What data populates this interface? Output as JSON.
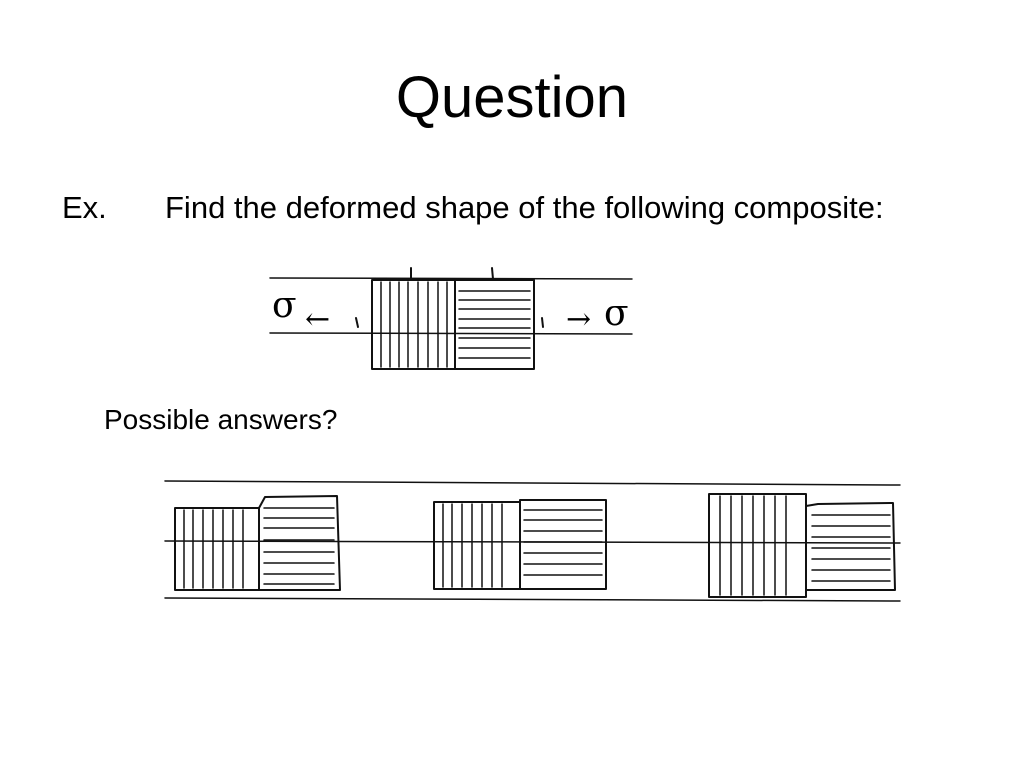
{
  "slide": {
    "title": "Question",
    "example_label": "Ex.",
    "example_text": "Find the deformed shape of the following composite:",
    "possible_answers": "Possible answers?"
  },
  "problem_figure": {
    "left_load_symbol": "σ",
    "right_load_symbol": "σ",
    "left_arrow": "←",
    "right_arrow": "→",
    "left_block_fibres": "vertical",
    "right_block_fibres": "horizontal"
  },
  "answer_options": [
    {
      "description": "left block shorter, right block taller"
    },
    {
      "description": "blocks equal height"
    },
    {
      "description": "left block taller, right block shorter"
    }
  ]
}
